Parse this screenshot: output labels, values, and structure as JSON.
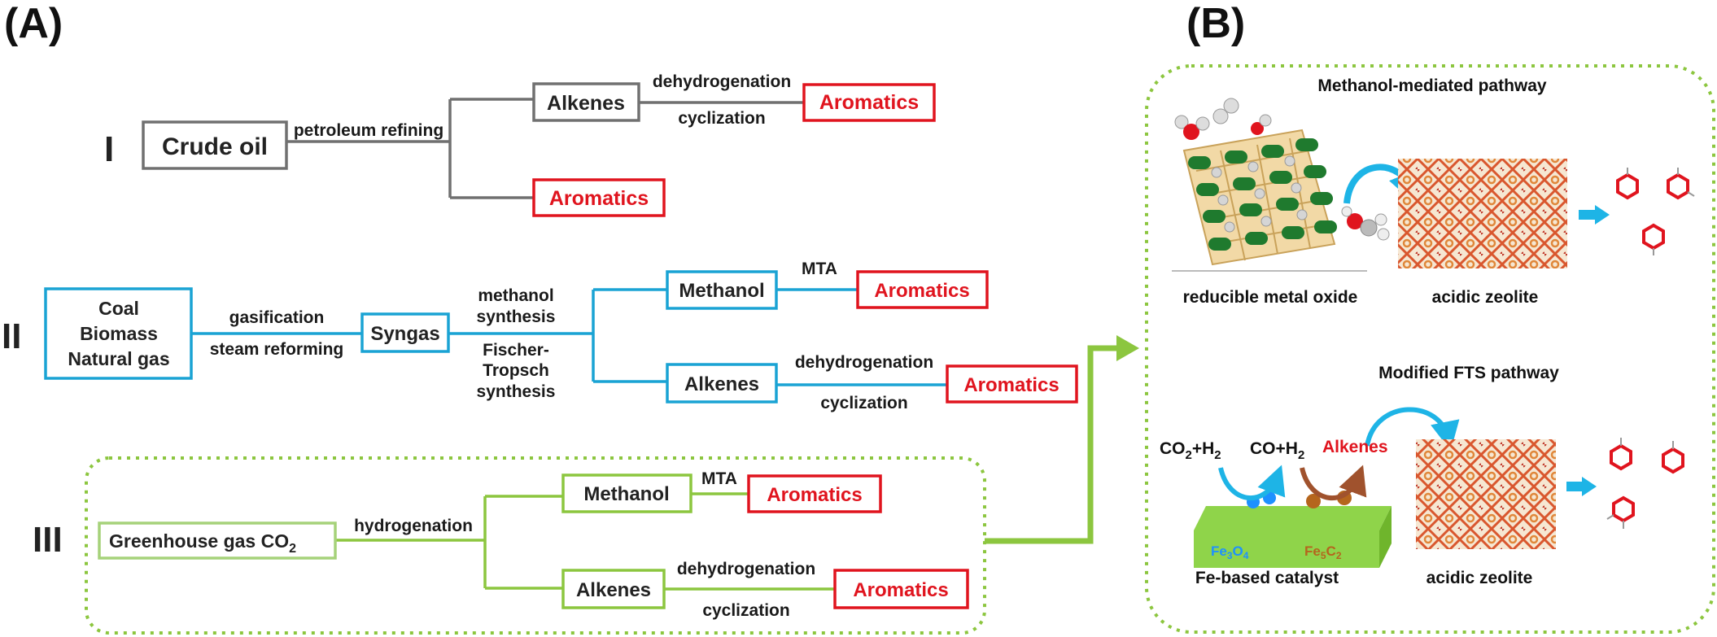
{
  "panels": {
    "a_label": "(A)",
    "b_label": "(B)"
  },
  "route_I": {
    "numeral": "I",
    "crude_oil": "Crude oil",
    "petroleum_refining": "petroleum refining",
    "alkenes": "Alkenes",
    "dehydrogenation": "dehydrogenation",
    "cyclization": "cyclization",
    "aromatics_top": "Aromatics",
    "aromatics_direct": "Aromatics"
  },
  "route_II": {
    "numeral": "II",
    "feed_line1": "Coal",
    "feed_line2": "Biomass",
    "feed_line3": "Natural gas",
    "gasification": "gasification",
    "steam_reforming": "steam reforming",
    "syngas": "Syngas",
    "methanol_synth_1": "methanol",
    "methanol_synth_2": "synthesis",
    "fischer_1": "Fischer-",
    "fischer_2": "Tropsch",
    "fischer_3": "synthesis",
    "methanol": "Methanol",
    "mta": "MTA",
    "aromatics_mta": "Aromatics",
    "alkenes": "Alkenes",
    "dehydrogenation": "dehydrogenation",
    "cyclization": "cyclization",
    "aromatics_alk": "Aromatics"
  },
  "route_III": {
    "numeral": "III",
    "feed": "Greenhouse gas CO",
    "feed_sub": "2",
    "hydrogenation": "hydrogenation",
    "methanol": "Methanol",
    "mta": "MTA",
    "aromatics_mta": "Aromatics",
    "alkenes": "Alkenes",
    "dehydrogenation": "dehydrogenation",
    "cyclization": "cyclization",
    "aromatics_alk": "Aromatics"
  },
  "panel_b": {
    "methanol_pathway_title": "Methanol-mediated pathway",
    "reducible_metal_oxide": "reducible metal oxide",
    "acidic_zeolite_top": "acidic zeolite",
    "fts_pathway_title": "Modified FTS pathway",
    "co2_h2": "CO",
    "co2_h2_sub": "2",
    "co2_h2_tail": "+H",
    "co2_h2_tail_sub": "2",
    "co_h2": "CO+H",
    "co_h2_sub": "2",
    "alkenes": "Alkenes",
    "fe3o4": "Fe",
    "fe3o4_sub1": "3",
    "fe3o4_mid": "O",
    "fe3o4_sub2": "4",
    "fe5c2": "Fe",
    "fe5c2_sub1": "5",
    "fe5c2_mid": "C",
    "fe5c2_sub2": "2",
    "fe_based_catalyst": "Fe-based catalyst",
    "acidic_zeolite_bottom": "acidic zeolite"
  },
  "colors": {
    "route_I": "#707070",
    "route_II": "#1aa3d4",
    "route_III": "#8cc63f",
    "aromatics": "#e0141e",
    "arrow_blue": "#1eb4e6",
    "fe3o4_text": "#1e90ff",
    "fe5c2_text": "#b5651d",
    "catalyst_top": "#8fd44a"
  }
}
